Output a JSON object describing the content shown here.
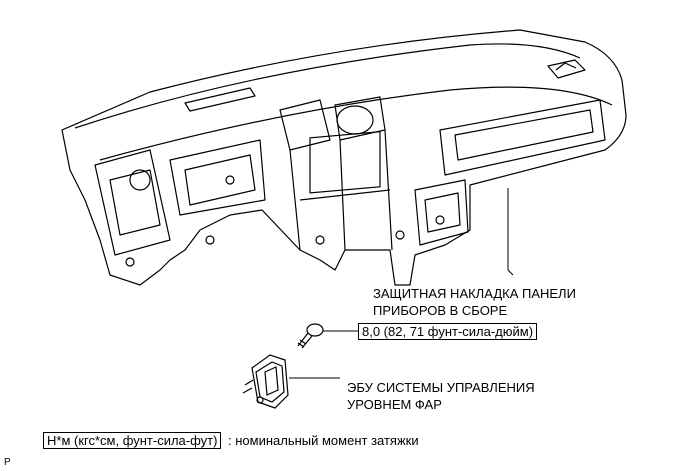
{
  "labels": {
    "panel_line1": "ЗАЩИТНАЯ НАКЛАДКА ПАНЕЛИ",
    "panel_line2": "ПРИБОРОВ В СБОРЕ",
    "torque": "8,0 (82, 71 фунт-сила-дюйм)",
    "ecu_line1": "ЭБУ СИСТЕМЫ УПРАВЛЕНИЯ",
    "ecu_line2": "УРОВНЕМ ФАР",
    "legend_box": "Н*м (кгс*см, фунт-сила-фут)",
    "legend_text": ": номинальный момент затяжки",
    "corner_mark": "P"
  }
}
